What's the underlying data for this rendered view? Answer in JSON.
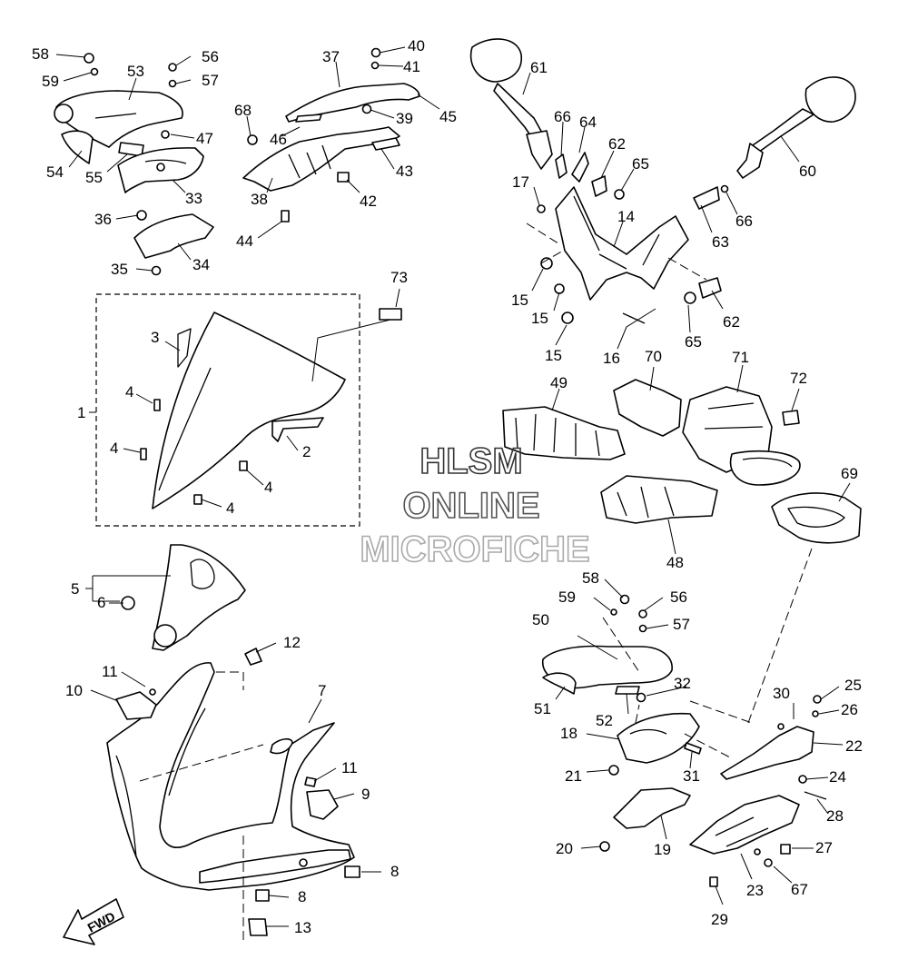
{
  "watermark": {
    "line1": "HLSM",
    "line2": "ONLINE",
    "line3": "MICROFICHE"
  },
  "direction_label": "FWD",
  "callouts": [
    {
      "id": "c58a",
      "text": "58"
    },
    {
      "id": "c59a",
      "text": "59"
    },
    {
      "id": "c53",
      "text": "53"
    },
    {
      "id": "c56a",
      "text": "56"
    },
    {
      "id": "c57a",
      "text": "57"
    },
    {
      "id": "c47",
      "text": "47"
    },
    {
      "id": "c54",
      "text": "54"
    },
    {
      "id": "c55",
      "text": "55"
    },
    {
      "id": "c33",
      "text": "33"
    },
    {
      "id": "c36",
      "text": "36"
    },
    {
      "id": "c34",
      "text": "34"
    },
    {
      "id": "c35",
      "text": "35"
    },
    {
      "id": "c37",
      "text": "37"
    },
    {
      "id": "c40",
      "text": "40"
    },
    {
      "id": "c41",
      "text": "41"
    },
    {
      "id": "c39",
      "text": "39"
    },
    {
      "id": "c45",
      "text": "45"
    },
    {
      "id": "c68",
      "text": "68"
    },
    {
      "id": "c46",
      "text": "46"
    },
    {
      "id": "c43",
      "text": "43"
    },
    {
      "id": "c38",
      "text": "38"
    },
    {
      "id": "c42",
      "text": "42"
    },
    {
      "id": "c44",
      "text": "44"
    },
    {
      "id": "c61",
      "text": "61"
    },
    {
      "id": "c66a",
      "text": "66"
    },
    {
      "id": "c64",
      "text": "64"
    },
    {
      "id": "c62a",
      "text": "62"
    },
    {
      "id": "c65a",
      "text": "65"
    },
    {
      "id": "c60",
      "text": "60"
    },
    {
      "id": "c17",
      "text": "17"
    },
    {
      "id": "c14",
      "text": "14"
    },
    {
      "id": "c66b",
      "text": "66"
    },
    {
      "id": "c63",
      "text": "63"
    },
    {
      "id": "c15a",
      "text": "15"
    },
    {
      "id": "c15b",
      "text": "15"
    },
    {
      "id": "c15c",
      "text": "15"
    },
    {
      "id": "c16",
      "text": "16"
    },
    {
      "id": "c65b",
      "text": "65"
    },
    {
      "id": "c62b",
      "text": "62"
    },
    {
      "id": "c73",
      "text": "73"
    },
    {
      "id": "c1",
      "text": "1"
    },
    {
      "id": "c3",
      "text": "3"
    },
    {
      "id": "c4a",
      "text": "4"
    },
    {
      "id": "c4b",
      "text": "4"
    },
    {
      "id": "c2",
      "text": "2"
    },
    {
      "id": "c4c",
      "text": "4"
    },
    {
      "id": "c4d",
      "text": "4"
    },
    {
      "id": "c49",
      "text": "49"
    },
    {
      "id": "c70",
      "text": "70"
    },
    {
      "id": "c71",
      "text": "71"
    },
    {
      "id": "c72",
      "text": "72"
    },
    {
      "id": "c69",
      "text": "69"
    },
    {
      "id": "c48",
      "text": "48"
    },
    {
      "id": "c5",
      "text": "5"
    },
    {
      "id": "c6",
      "text": "6"
    },
    {
      "id": "c12",
      "text": "12"
    },
    {
      "id": "c11a",
      "text": "11"
    },
    {
      "id": "c10",
      "text": "10"
    },
    {
      "id": "c7",
      "text": "7"
    },
    {
      "id": "c11b",
      "text": "11"
    },
    {
      "id": "c9",
      "text": "9"
    },
    {
      "id": "c8a",
      "text": "8"
    },
    {
      "id": "c8b",
      "text": "8"
    },
    {
      "id": "c13",
      "text": "13"
    },
    {
      "id": "c58b",
      "text": "58"
    },
    {
      "id": "c59b",
      "text": "59"
    },
    {
      "id": "c56b",
      "text": "56"
    },
    {
      "id": "c50",
      "text": "50"
    },
    {
      "id": "c57b",
      "text": "57"
    },
    {
      "id": "c32",
      "text": "32"
    },
    {
      "id": "c51",
      "text": "51"
    },
    {
      "id": "c52",
      "text": "52"
    },
    {
      "id": "c30",
      "text": "30"
    },
    {
      "id": "c25",
      "text": "25"
    },
    {
      "id": "c26",
      "text": "26"
    },
    {
      "id": "c18",
      "text": "18"
    },
    {
      "id": "c22",
      "text": "22"
    },
    {
      "id": "c31",
      "text": "31"
    },
    {
      "id": "c21",
      "text": "21"
    },
    {
      "id": "c24",
      "text": "24"
    },
    {
      "id": "c28",
      "text": "28"
    },
    {
      "id": "c27",
      "text": "27"
    },
    {
      "id": "c20",
      "text": "20"
    },
    {
      "id": "c19",
      "text": "19"
    },
    {
      "id": "c23",
      "text": "23"
    },
    {
      "id": "c67",
      "text": "67"
    },
    {
      "id": "c29",
      "text": "29"
    }
  ]
}
